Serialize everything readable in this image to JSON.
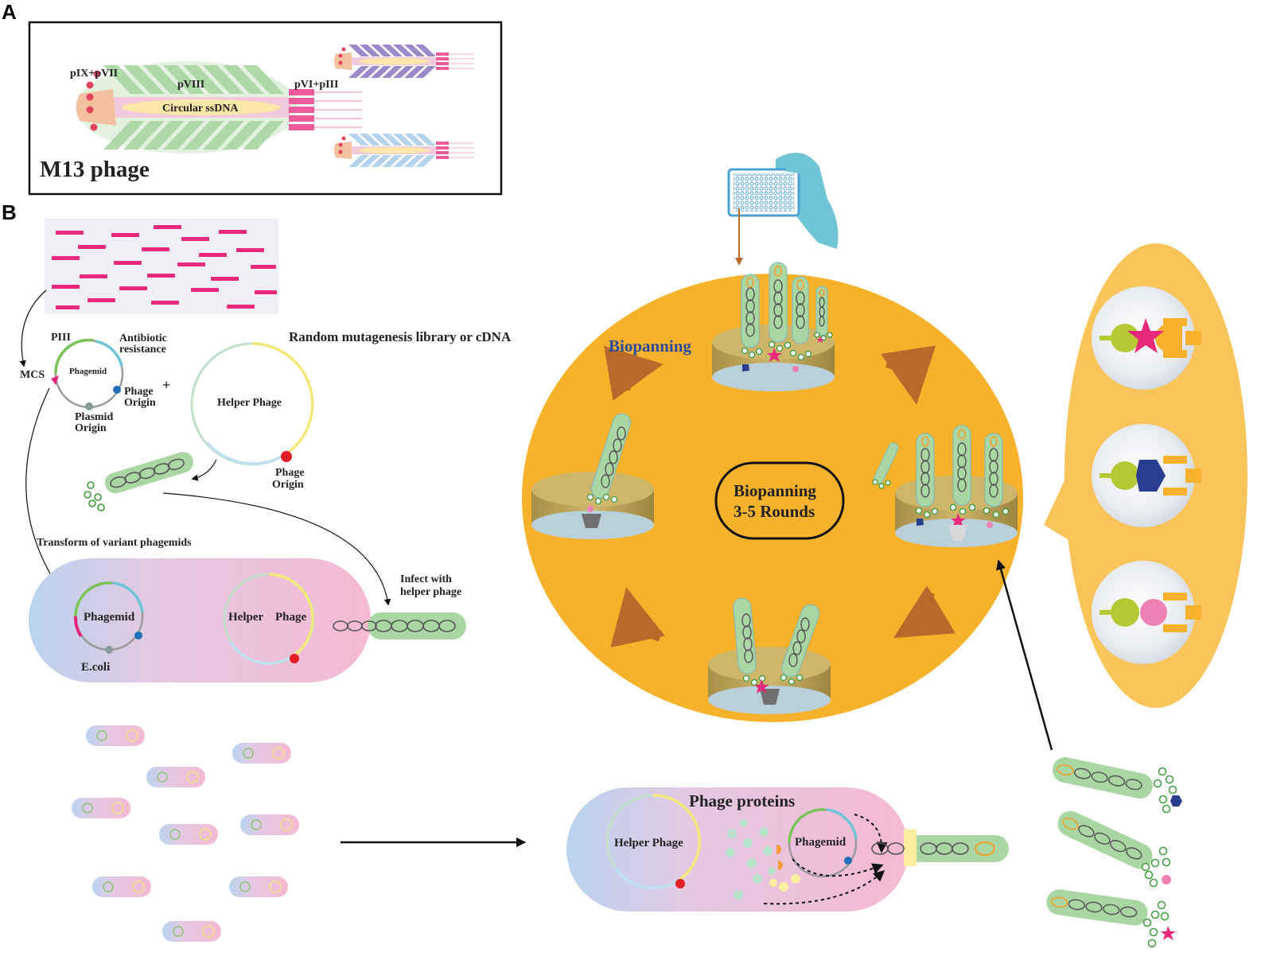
{
  "panels": {
    "a": "A",
    "b": "B"
  },
  "m13": {
    "title": "M13 phage",
    "pix_pvii": "pIX+pVII",
    "pviii": "pVIII",
    "circular_ssdna": "Circular ssDNA",
    "pvi_piii": "pVI+pIII"
  },
  "library_label": "Random mutagenesis library or cDNA",
  "phagemid": {
    "name": "Phagemid",
    "piii": "PIII",
    "antibiotic_1": "Antibiotic",
    "antibiotic_2": "resistance",
    "mcs": "MCS",
    "phage_origin_1": "Phage",
    "phage_origin_2": "Origin",
    "plasmid_origin_1": "Plasmid",
    "plasmid_origin_2": "Origin"
  },
  "plus": "+",
  "helper": {
    "name": "Helper  Phage",
    "origin_1": "Phage",
    "origin_2": "Origin"
  },
  "transform_label": "Transform of variant phagemids",
  "infect_1": "Infect with",
  "infect_2": "helper phage",
  "ecoli": {
    "phagemid": "Phagemid",
    "helper_a": "Helper",
    "helper_b": "Phage",
    "label": "E.coli"
  },
  "production": {
    "title": "Phage proteins",
    "helper": "Helper  Phage",
    "phagemid": "Phagemid"
  },
  "biopanning": {
    "title": "Biopanning",
    "center_1": "Biopanning",
    "center_2": "3-5 Rounds"
  },
  "colors": {
    "orange": "#f7b22b",
    "pink_bar": "#e8287a",
    "green_coat": "#a9d6a2",
    "helper_blue": "#6fc5d6",
    "arrow_brown": "#b86a2b",
    "ligand_green": "#b5c935",
    "blue_ligand": "#2a3e8f",
    "pink_ligand": "#ee82b4"
  }
}
